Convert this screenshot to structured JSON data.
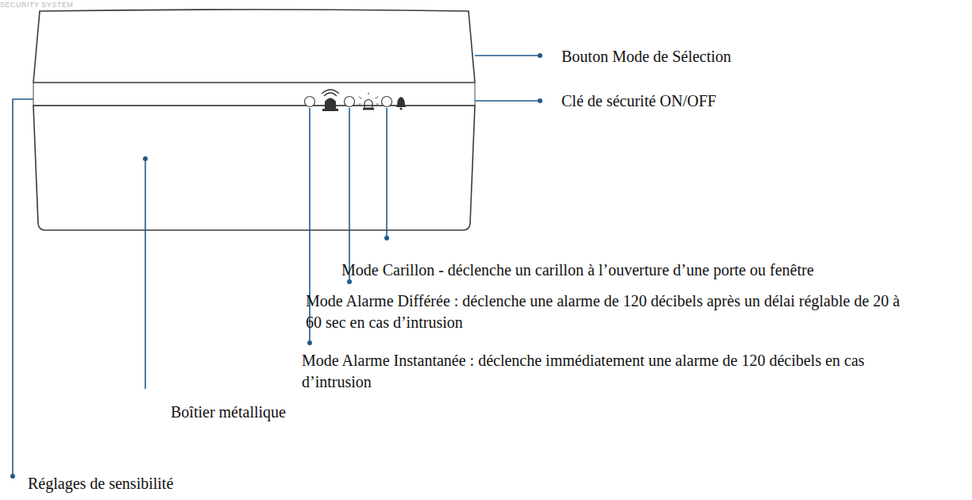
{
  "diagram": {
    "labels": [
      "Bouton Mode de Sélection",
      "Clé de sécurité ON/OFF",
      "SECURITY SYSTEM",
      "Mode Carillon - déclenche un carillon à l’ouverture d’une porte ou fenêtre",
      "Mode Alarme Différée : déclenche une alarme de 120 décibels après un délai réglable de 20 à 60 sec en cas d’intrusion",
      "Mode Alarme Instantanée : déclenche immédiatement une alarme de 120 décibels en cas d’intrusion",
      "Boîtier métallique",
      "Réglages de sensibilité"
    ]
  }
}
